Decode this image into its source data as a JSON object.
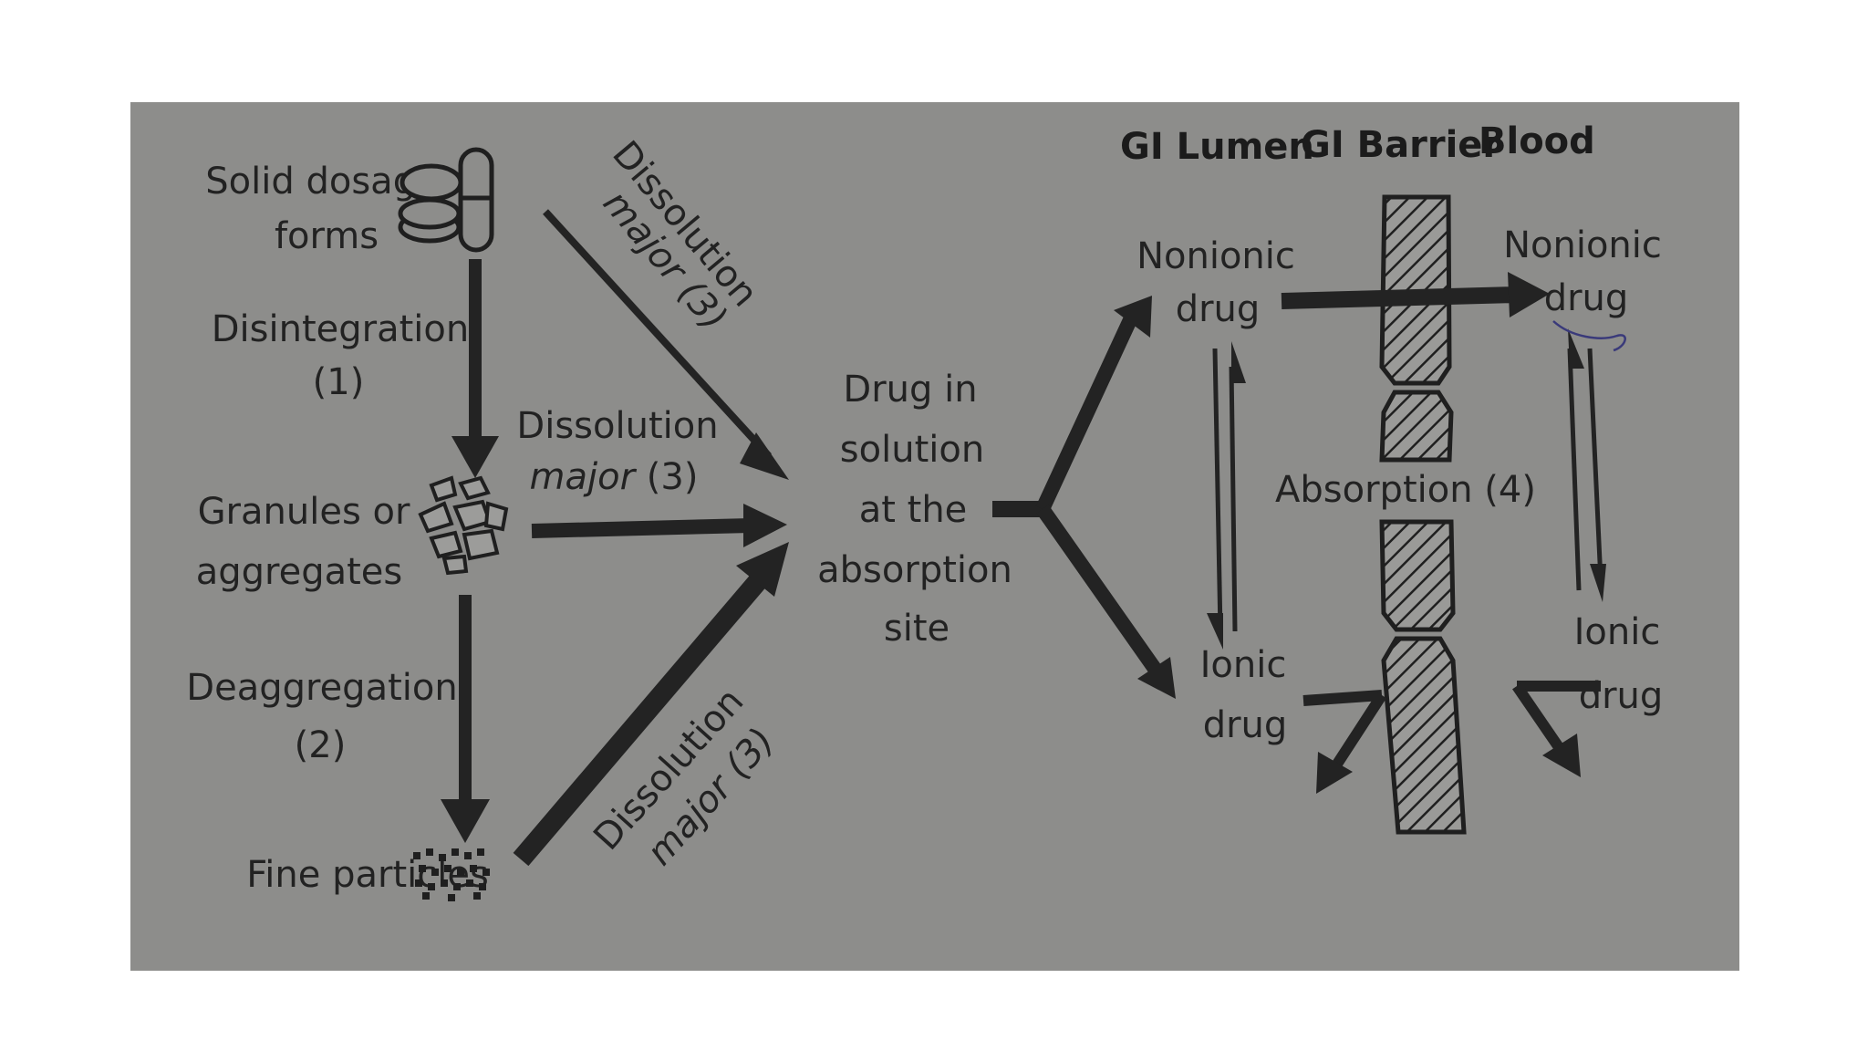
{
  "headers": {
    "lumen": "GI Lumen",
    "barrier": "GI Barrier",
    "blood": "Blood"
  },
  "nodes": {
    "solid_line1": "Solid dosage",
    "solid_line2": "forms",
    "granules_line1": "Granules or",
    "granules_line2": "aggregates",
    "fine": "Fine particles",
    "drug_line1": "Drug in",
    "drug_line2": "solution",
    "drug_line3": "at the",
    "drug_line4": "absorption",
    "drug_line5": "site",
    "nonionic_lumen_1": "Nonionic",
    "nonionic_lumen_2": "drug",
    "ionic_lumen_1": "Ionic",
    "ionic_lumen_2": "drug",
    "nonionic_blood_1": "Nonionic",
    "nonionic_blood_2": "drug",
    "ionic_blood_1": "Ionic",
    "ionic_blood_2": "drug"
  },
  "edges": {
    "disintegration_1": "Disintegration",
    "disintegration_2": "(1)",
    "deaggregation_1": "Deaggregation",
    "deaggregation_2": "(2)",
    "dissolution_top_1": "Dissolution",
    "dissolution_top_2": "major (3)",
    "dissolution_mid_1": "Dissolution",
    "dissolution_mid_2a": "major",
    "dissolution_mid_2b": " (3)",
    "dissolution_bot_1": "Dissolution",
    "dissolution_bot_2": "major (3)",
    "absorption": "Absorption (4)"
  },
  "colors": {
    "background": "#8d8d8b",
    "ink": "#232323"
  }
}
